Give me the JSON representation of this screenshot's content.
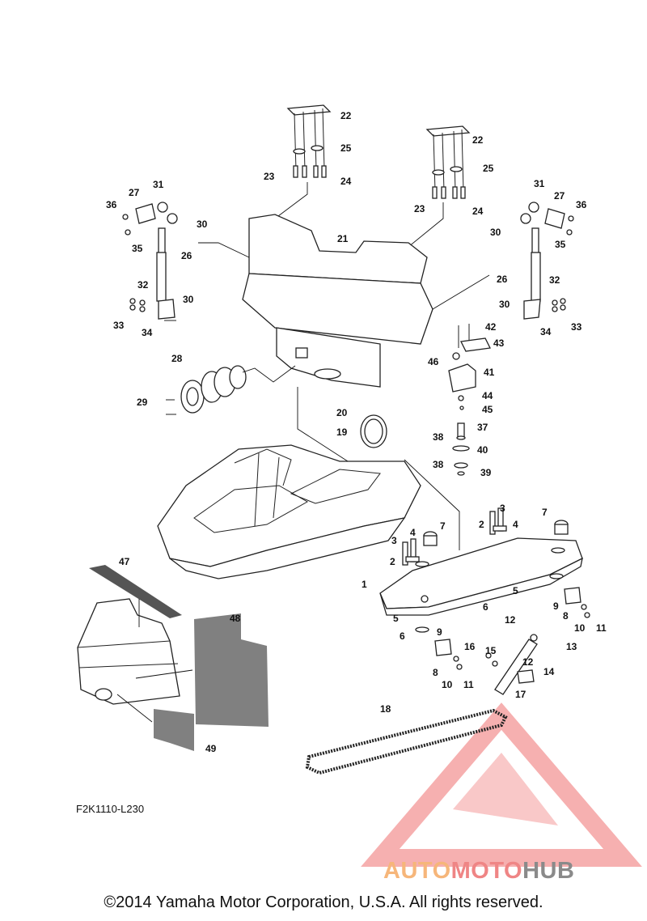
{
  "diagram": {
    "drawing_code": "F2K1110-L230",
    "copyright": "©2014 Yamaha Motor Corporation, U.S.A. All rights reserved.",
    "watermark": {
      "part1": "AUTO",
      "part2": "MOTO",
      "part3": "HUB"
    },
    "callouts": [
      {
        "id": "c22a",
        "label": "22"
      },
      {
        "id": "c25a",
        "label": "25"
      },
      {
        "id": "c23a",
        "label": "23"
      },
      {
        "id": "c24a",
        "label": "24"
      },
      {
        "id": "c22b",
        "label": "22"
      },
      {
        "id": "c25b",
        "label": "25"
      },
      {
        "id": "c23b",
        "label": "23"
      },
      {
        "id": "c24b",
        "label": "24"
      },
      {
        "id": "c31a",
        "label": "31"
      },
      {
        "id": "c27a",
        "label": "27"
      },
      {
        "id": "c36a",
        "label": "36"
      },
      {
        "id": "c30a",
        "label": "30"
      },
      {
        "id": "c35a",
        "label": "35"
      },
      {
        "id": "c26a",
        "label": "26"
      },
      {
        "id": "c32a",
        "label": "32"
      },
      {
        "id": "c30c",
        "label": "30"
      },
      {
        "id": "c33a",
        "label": "33"
      },
      {
        "id": "c34a",
        "label": "34"
      },
      {
        "id": "c31b",
        "label": "31"
      },
      {
        "id": "c27b",
        "label": "27"
      },
      {
        "id": "c36b",
        "label": "36"
      },
      {
        "id": "c30b",
        "label": "30"
      },
      {
        "id": "c35b",
        "label": "35"
      },
      {
        "id": "c26b",
        "label": "26"
      },
      {
        "id": "c32b",
        "label": "32"
      },
      {
        "id": "c30d",
        "label": "30"
      },
      {
        "id": "c33b",
        "label": "33"
      },
      {
        "id": "c34b",
        "label": "34"
      },
      {
        "id": "c21",
        "label": "21"
      },
      {
        "id": "c28",
        "label": "28"
      },
      {
        "id": "c29",
        "label": "29"
      },
      {
        "id": "c42",
        "label": "42"
      },
      {
        "id": "c43",
        "label": "43"
      },
      {
        "id": "c46",
        "label": "46"
      },
      {
        "id": "c41",
        "label": "41"
      },
      {
        "id": "c44",
        "label": "44"
      },
      {
        "id": "c45",
        "label": "45"
      },
      {
        "id": "c20",
        "label": "20"
      },
      {
        "id": "c19",
        "label": "19"
      },
      {
        "id": "c37",
        "label": "37"
      },
      {
        "id": "c38a",
        "label": "38"
      },
      {
        "id": "c40",
        "label": "40"
      },
      {
        "id": "c38b",
        "label": "38"
      },
      {
        "id": "c39",
        "label": "39"
      },
      {
        "id": "c3a",
        "label": "3"
      },
      {
        "id": "c2a",
        "label": "2"
      },
      {
        "id": "c4a",
        "label": "4"
      },
      {
        "id": "c7a",
        "label": "7"
      },
      {
        "id": "c3b",
        "label": "3"
      },
      {
        "id": "c4b",
        "label": "4"
      },
      {
        "id": "c2b",
        "label": "2"
      },
      {
        "id": "c7b",
        "label": "7"
      },
      {
        "id": "c1",
        "label": "1"
      },
      {
        "id": "c5a",
        "label": "5"
      },
      {
        "id": "c6a",
        "label": "6"
      },
      {
        "id": "c5b",
        "label": "5"
      },
      {
        "id": "c6b",
        "label": "6"
      },
      {
        "id": "c9a",
        "label": "9"
      },
      {
        "id": "c8a",
        "label": "8"
      },
      {
        "id": "c10a",
        "label": "10"
      },
      {
        "id": "c11a",
        "label": "11"
      },
      {
        "id": "c9b",
        "label": "9"
      },
      {
        "id": "c8b",
        "label": "8"
      },
      {
        "id": "c10b",
        "label": "10"
      },
      {
        "id": "c11b",
        "label": "11"
      },
      {
        "id": "c12a",
        "label": "12"
      },
      {
        "id": "c13",
        "label": "13"
      },
      {
        "id": "c16",
        "label": "16"
      },
      {
        "id": "c15",
        "label": "15"
      },
      {
        "id": "c12b",
        "label": "12"
      },
      {
        "id": "c14",
        "label": "14"
      },
      {
        "id": "c17",
        "label": "17"
      },
      {
        "id": "c18",
        "label": "18"
      },
      {
        "id": "c47",
        "label": "47"
      },
      {
        "id": "c48",
        "label": "48"
      },
      {
        "id": "c49",
        "label": "49"
      }
    ]
  }
}
